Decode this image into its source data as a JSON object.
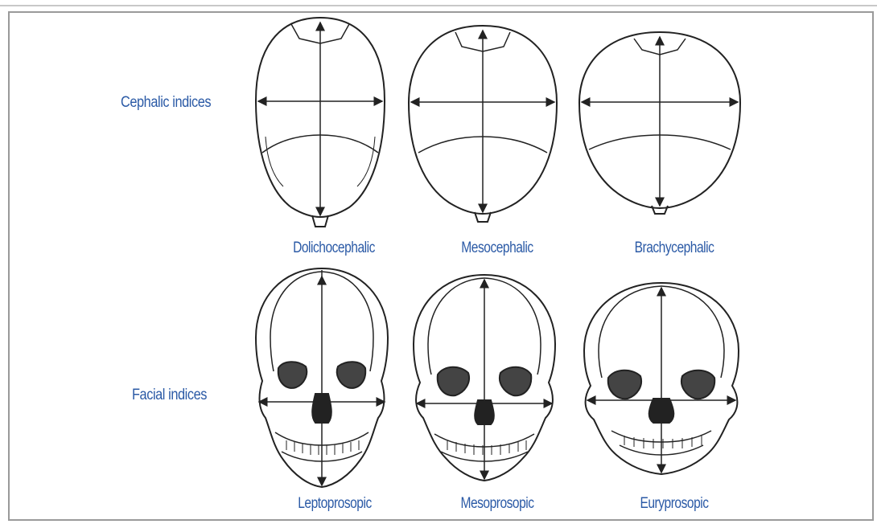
{
  "row_labels": {
    "cephalic": "Cephalic indices",
    "facial": "Facial indices"
  },
  "cephalic_types": [
    "Dolichocephalic",
    "Mesocephalic",
    "Brachycephalic"
  ],
  "facial_types": [
    "Leptoprosopic",
    "Mesoprosopic",
    "Euryprosopic"
  ],
  "colors": {
    "label": "#2b5aa6",
    "line": "#222222",
    "frame": "#9a9a9a"
  }
}
